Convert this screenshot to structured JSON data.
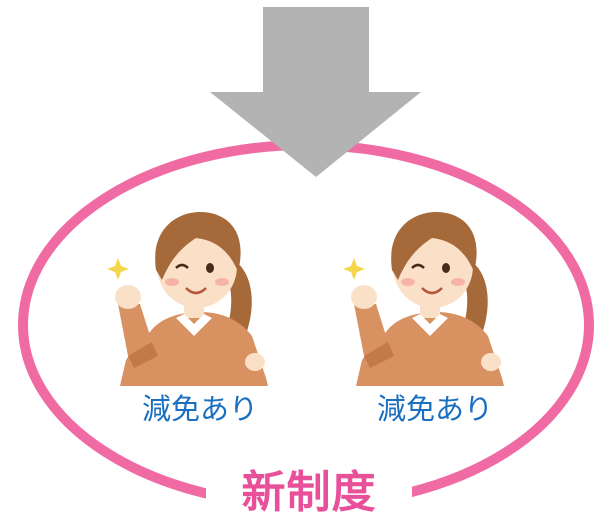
{
  "colors": {
    "arrow": "#b3b3b3",
    "ring": "#f06ba4",
    "label_text": "#1a6fc0",
    "title_text": "#e8509a",
    "suit": "#d89160",
    "suit_shadow": "#c27a49",
    "hair": "#a66a3a",
    "skin": "#fbe0c8",
    "sparkle": "#f5d64a"
  },
  "icons": {
    "arrow": "down-arrow-icon",
    "person": "businesswoman-fist-pump-icon",
    "sparkle": "sparkle-icon"
  },
  "people": [
    {
      "label": "減免あり"
    },
    {
      "label": "減免あり"
    }
  ],
  "title": "新制度"
}
